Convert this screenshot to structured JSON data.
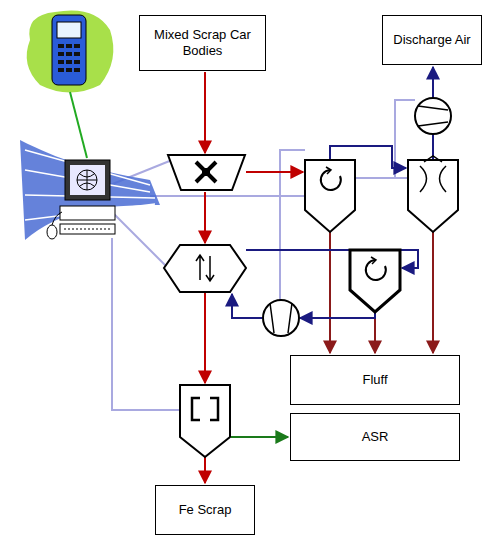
{
  "diagram": {
    "nodes": [
      {
        "text": [
          "Mixed Scrap Car Bodies"
        ]
      },
      {
        "text": [
          "Discharge Air"
        ]
      },
      {
        "text": [
          "Fluff"
        ]
      },
      {
        "text": [
          "ASR"
        ]
      },
      {
        "text": [
          "Fe Scrap"
        ]
      }
    ]
  }
}
